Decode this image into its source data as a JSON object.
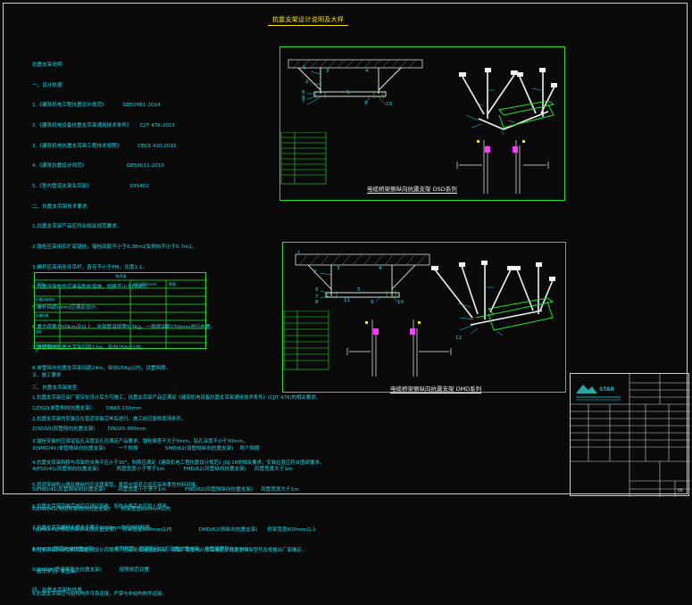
{
  "title": "抗震支架设计说明及大样",
  "notes": {
    "heading": "抗震支架说明",
    "lines": [
      "一、设计依据",
      "1.《建筑机电工程抗震设计规范》          GB50981-2014",
      "2.《建筑机电设备抗震支吊架通用技术条件》     CJ/T 476-2015",
      "3.《建筑机电抗震支吊架工程技术规程》          CECS 420:2015",
      "4.《建筑抗震设计规范》                         GB50011-2010",
      "5.《室内管道支架及吊架》                        03S402",
      "二、抗震支吊架技术要求",
      "1.抗震支吊架产品应符合相关规范要求。",
      "2.锚栓应采用后扩底锚栓，锚栓间距不小于0.38m2及侧向不小于0.7m2。",
      "3.螺杆应采用全牙吊杆，直径不小于M8，长度1:1。",
      "4.抗震连接构件应具有防松措施，规格不小于DN65。",
      "5.螺杆间距(mm)应满足设计。",
      "6.重力荷载150N/m及以上，全部管道按照5.3Kg，一般按间距250mm进行布置。",
      "7.单管侧向抗震支吊架间距12m，纵向25Kg以内。",
      "8.单管纵向抗震支吊架间距24m，纵向25Kg以内，设置斜撑。",
      "三、抗震支吊架类型",
      "1)DSD(单管侧向抗震支架)         DN65-150mm",
      "2)SDSD(双管侧向抗震支架)        DN200-300mm",
      "3)SMD/41(单管侧纵向抗震支架)        一个斜撑                 SMD/62(双管侧纵向抗震支架)    两个斜撑",
      "4)FSD/41(风管侧向抗震支架)           风管宽度小于等于1m            FMD/62(风管纵向抗震支架)     风管宽度大于1m",
      "5)FMD/41(风管侧纵向抗震支架)        风管宽度小于等于1m            FMD/62(风管侧纵向抗震支架)     风管宽度大于1m",
      "6)DSD/41(电缆桥架侧向抗震支架)       桥架宽度600mm以内",
      "7)DMD/41(电缆桥架侧纵向抗震支架)    桥架宽度600mm以内                 DMD/62(侧纵向抗震支架)      桥架宽度600mm以上",
      "8)ENDX(管道末端抗震支架)            按照规范，管道直径以下设置抗震支架，且管道质量在3.3Kg",
      "9)ZWDX(管道转弯处抗震支架)           按照规范设置",
      "四、抗震支吊架构件表"
    ]
  },
  "component_table": {
    "header": [
      "构件表",
      "",
      ""
    ],
    "col_heads": [
      "项目",
      "材料规格(mm)",
      "数量"
    ],
    "rows": [
      [
        "",
        "",
        ""
      ],
      [
        "抗震连接构件",
        "",
        ""
      ],
      [
        "",
        "",
        ""
      ],
      [
        "抗震斜撑",
        "",
        ""
      ],
      [
        "",
        "",
        ""
      ],
      [
        "锚栓",
        "",
        ""
      ],
      [
        "抗震支吊架安装构件",
        "",
        ""
      ]
    ]
  },
  "notes2": {
    "lines": [
      "五、施工要求",
      "1.抗震支吊架应由厂家深化设计后方可施工，抗震支吊架产品应满足《建筑机电设备抗震支吊架通用技术条件》(CJ/T 476)的相关要求。",
      "2.抗震支吊架的安装应在管道安装完毕后进行，施工前应复核现场条件。",
      "3.锚栓安装时应保证钻孔深度及孔径满足产品要求，锚栓偏差不大于5mm，钻孔深度不小于70mm。",
      "4.抗震支吊架斜撑与吊架的夹角不应小于30°，斜撑应满足《建筑机电工程抗震设计规范》JGJ 16的相关要求，安装位置应符合图纸要求。",
      "5.管道穿越防火墙及楼板时应设置套管，套管与管道之间应采用柔性材料封堵。",
      "6.抗震支吊架安装完成后应进行验收，验收合格后方可投入使用。",
      "7.抗震支吊架螺杆长度大于等于1200mm时应加设斜撑。",
      "8.当支吊架所承受的荷载超过设计荷载时，应采用加强型支吊架，并由厂家复核计算后确定，抗震支吊架型号及规格由厂家确定。",
      "   做法详见厂家图集。",
      "9.抗震支吊架应与结构构件可靠连接，严禁与非结构构件连接。",
      "10.未尽事宜按照国家现行相关规范及标准执行。"
    ]
  },
  "details": {
    "dsd_caption": "电缆桥架侧纵向抗震支架 DSD系列",
    "dmd_caption": "电缆桥架侧纵向抗震支架 DMD系列",
    "numbers_top": [
      "1",
      "2",
      "3",
      "4",
      "5",
      "6",
      "7",
      "8",
      "9",
      "10"
    ],
    "numbers_bottom": [
      "1",
      "2",
      "3",
      "4",
      "5",
      "6",
      "7",
      "8",
      "9",
      "10",
      "11",
      "12"
    ]
  },
  "title_block": {
    "logo_text": "STAR",
    "sheet_no": "05"
  },
  "colors": {
    "cyan": "#1fd8e8",
    "green": "#22e030",
    "yellow": "#ffe800",
    "white": "#f2f2f2",
    "magenta": "#ff3cff"
  }
}
